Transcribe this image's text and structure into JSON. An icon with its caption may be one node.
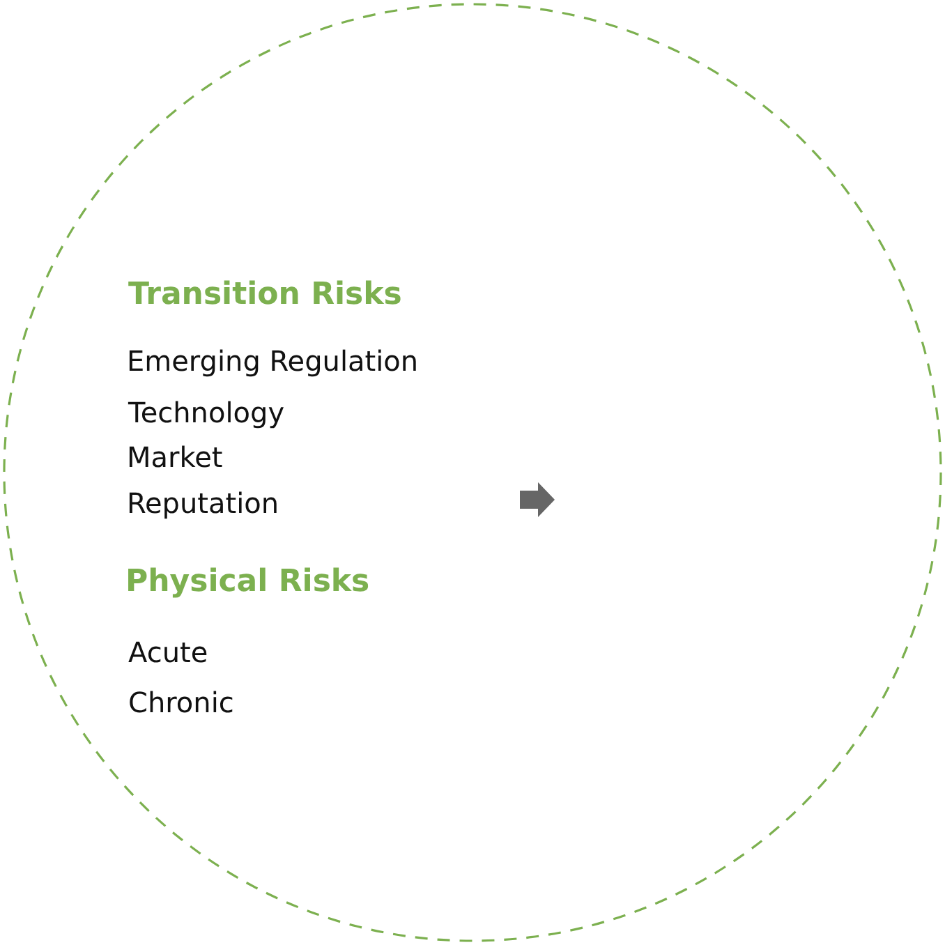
{
  "diagram": {
    "nodes": [
      {
        "text": [
          "Transition Risks",
          "Emerging Regulation",
          "Technology",
          "Market",
          "Reputation",
          "Physical Risks",
          "Acute",
          "Chronic"
        ]
      }
    ]
  }
}
